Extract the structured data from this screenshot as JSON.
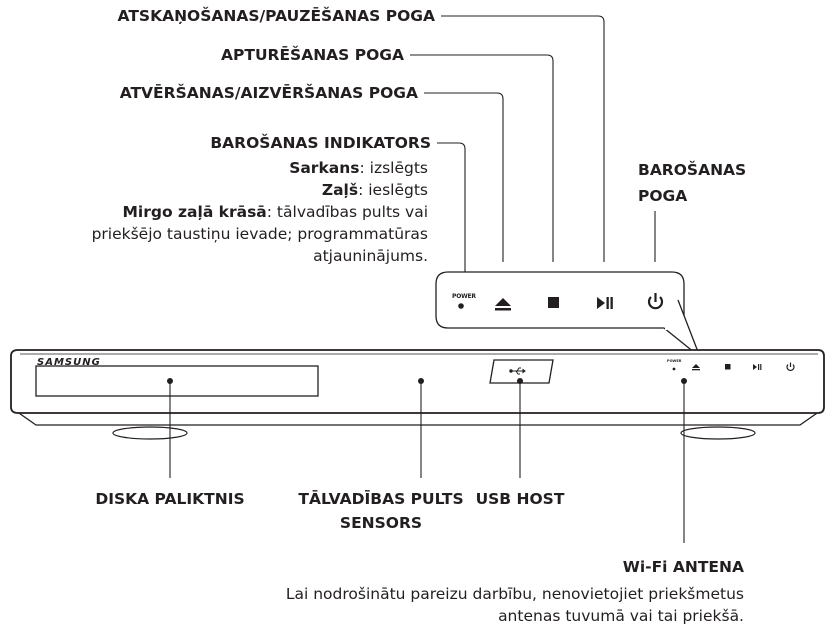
{
  "labels": {
    "play_pause": "ATSKAŅOŠANAS/PAUZĒŠANAS POGA",
    "stop": "APTURĒŠANAS POGA",
    "open_close": "ATVĒRŠANAS/AIZVĒRŠANAS POGA",
    "power_indicator": "BAROŠANAS INDIKATORS",
    "power_button_line1": "BAROŠANAS",
    "power_button_line2": "POGA",
    "disc_tray": "DISKA PALIKTNIS",
    "remote_sensor_line1": "TĀLVADĪBAS PULTS",
    "remote_sensor_line2": "SENSORS",
    "usb_host": "USB HOST",
    "wifi_antenna": "Wi-Fi ANTENA"
  },
  "power_indicator_desc": {
    "red_term": "Sarkans",
    "red_text": ": izslēgts",
    "green_term": "Zaļš",
    "green_text": ": ieslēgts",
    "blink_term": "Mirgo zaļā krāsā",
    "blink_text_1": ": tālvadības pults vai",
    "blink_text_2": "priekšējo taustiņu ievade; programmatūras",
    "blink_text_3": "atjauninājums."
  },
  "wifi_desc": {
    "line1": "Lai nodrošinātu pareizu darbību, nenovietojiet priekšmetus",
    "line2": "antenas tuvumā vai tai priekšā."
  },
  "device": {
    "brand": "SAMSUNG",
    "power_small_label": "POWER"
  },
  "icons": {
    "eject": "eject-icon",
    "stop": "stop-icon",
    "play_pause": "play-pause-icon",
    "power": "power-icon",
    "usb": "usb-icon"
  }
}
